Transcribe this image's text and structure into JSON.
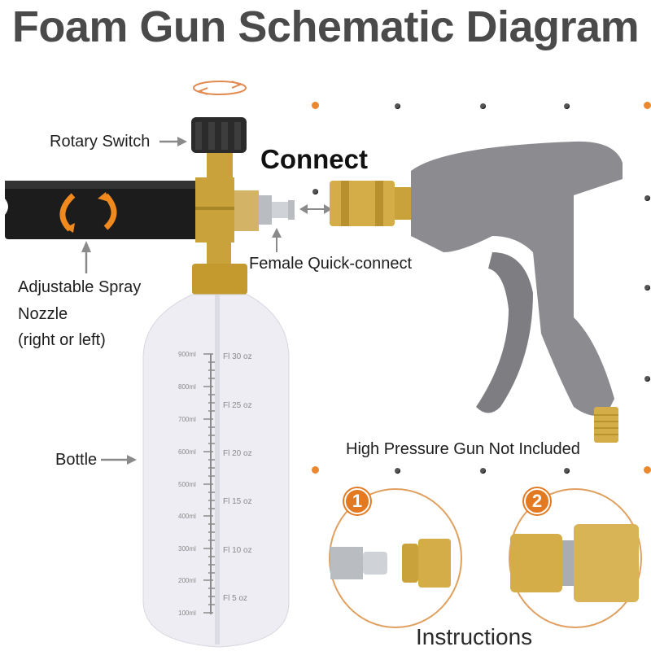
{
  "title": "Foam Gun Schematic Diagram",
  "labels": {
    "rotary_switch": "Rotary Switch",
    "connect": "Connect",
    "female_quick_connect": "Female Quick-connect",
    "adjustable_nozzle_line1": "Adjustable Spray",
    "adjustable_nozzle_line2": "Nozzle",
    "adjustable_nozzle_line3": "(right or left)",
    "bottle": "Bottle",
    "gun_not_included": "High Pressure Gun Not Included",
    "instructions": "Instructions"
  },
  "bottle_gauge": {
    "ml": [
      "900ml",
      "800ml",
      "700ml",
      "600ml",
      "500ml",
      "400ml",
      "300ml",
      "200ml",
      "100ml"
    ],
    "oz": [
      "Fl 30 oz",
      "Fl 25 oz",
      "Fl 20 oz",
      "Fl 15 oz",
      "Fl 10 oz",
      "Fl 5 oz"
    ]
  },
  "steps": [
    {
      "number": "1"
    },
    {
      "number": "2"
    }
  ],
  "colors": {
    "accent_orange": "#e37a22",
    "title_gray": "#4a4a4a",
    "brass": "#c9a23c",
    "gun_gray": "#8c8c90"
  }
}
